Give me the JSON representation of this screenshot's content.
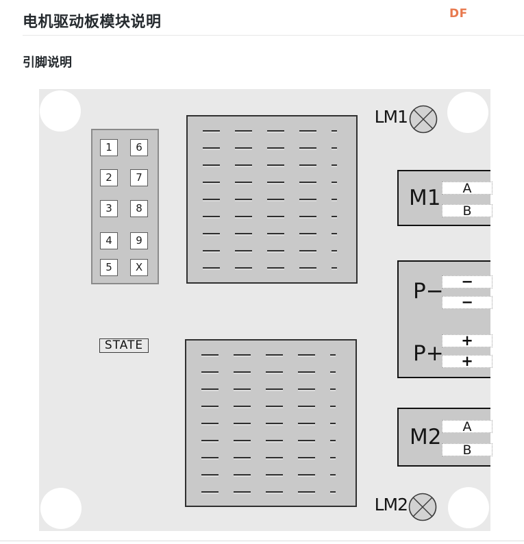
{
  "header": {
    "title": "电机驱动板模块说明",
    "brand": "DF"
  },
  "section": {
    "title": "引脚说明"
  },
  "board": {
    "pin_header": {
      "left": [
        "1",
        "2",
        "3",
        "4",
        "5"
      ],
      "right": [
        "6",
        "7",
        "8",
        "9",
        "X"
      ]
    },
    "state_label": "STATE",
    "leds": {
      "lm1": "LM1",
      "lm2": "LM2"
    },
    "terminals": {
      "m1": {
        "label": "M1",
        "port_a": "A",
        "port_b": "B"
      },
      "p_minus": {
        "label": "P−",
        "port_1": "−",
        "port_2": "−"
      },
      "p_plus": {
        "label": "P+",
        "port_1": "+",
        "port_2": "+"
      },
      "m2": {
        "label": "M2",
        "port_a": "A",
        "port_b": "B"
      }
    }
  },
  "colors": {
    "accent": "#E8794E",
    "board_background": "#E9E9E9",
    "block_fill": "#C9C9C9",
    "mounting_hole": "#FFFFFF"
  }
}
